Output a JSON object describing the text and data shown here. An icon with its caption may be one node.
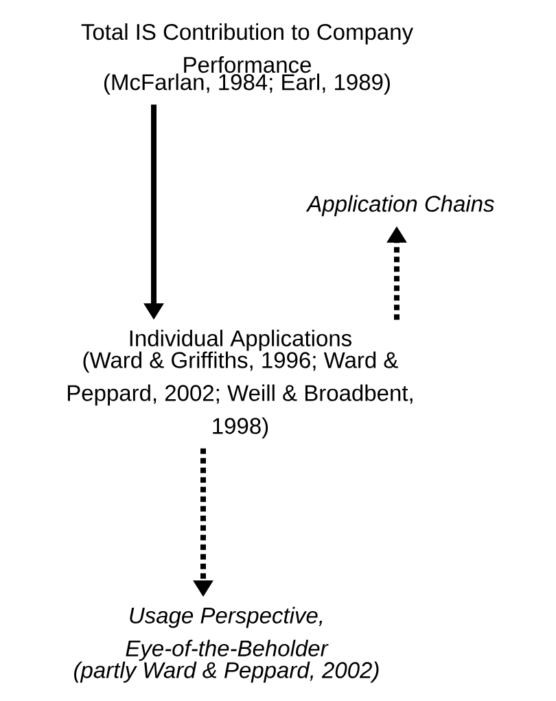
{
  "diagram": {
    "nodes": [
      {
        "text": [
          "Total IS Contribution to Company Performance",
          "(McFarlan, 1984; Earl, 1989)"
        ]
      },
      {
        "text": [
          "Application Chains"
        ]
      },
      {
        "text": [
          "Individual Applications",
          "(Ward & Griffiths, 1996; Ward & Peppard, 2002; Weill & Broadbent, 1998)"
        ]
      },
      {
        "text": [
          "Usage Perspective, Eye-of-the-Beholder",
          "(partly Ward & Peppard, 2002)"
        ]
      }
    ],
    "edges": [
      {
        "from": 0,
        "to": 2,
        "arrow": "to"
      },
      {
        "from": 2,
        "to": 1,
        "arrow": "to",
        "style": "dashed"
      },
      {
        "from": 2,
        "to": 3,
        "arrow": "to",
        "style": "dashed"
      }
    ]
  }
}
